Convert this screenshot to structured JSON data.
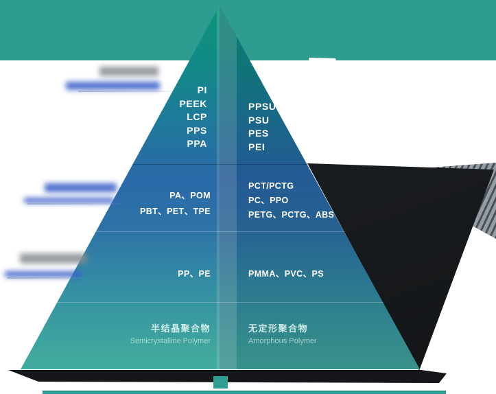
{
  "diagram": {
    "type": "pyramid",
    "tier1": {
      "left": [
        "PI",
        "PEEK",
        "LCP",
        "PPS",
        "PPA"
      ],
      "right": [
        "PPSU",
        "PSU",
        "PES",
        "PEI"
      ]
    },
    "tier2": {
      "left": [
        "PA、POM",
        "PBT、PET、TPE"
      ],
      "right": [
        "PCT/PCTG",
        "PC、PPO",
        "PETG、PCTG、ABS"
      ]
    },
    "tier3": {
      "left": [
        "PP、PE"
      ],
      "right": [
        "PMMA、PVC、PS"
      ]
    },
    "footer": {
      "left_zh": "半结晶聚合物",
      "left_en": "Semicrystalline Polymer",
      "right_zh": "无定形聚合物",
      "right_en": "Amorphous Polymer"
    }
  },
  "colors": {
    "header_band": "#2E9C90",
    "pyramid_top": "#0D9579",
    "pyramid_mid": "#2A69A8",
    "pyramid_bottom": "#46B2A0",
    "side_face_dark": "#15171A",
    "redaction_blue": "#3F63C9",
    "redaction_gray": "#868C93",
    "text_white": "#FFFFFF"
  }
}
